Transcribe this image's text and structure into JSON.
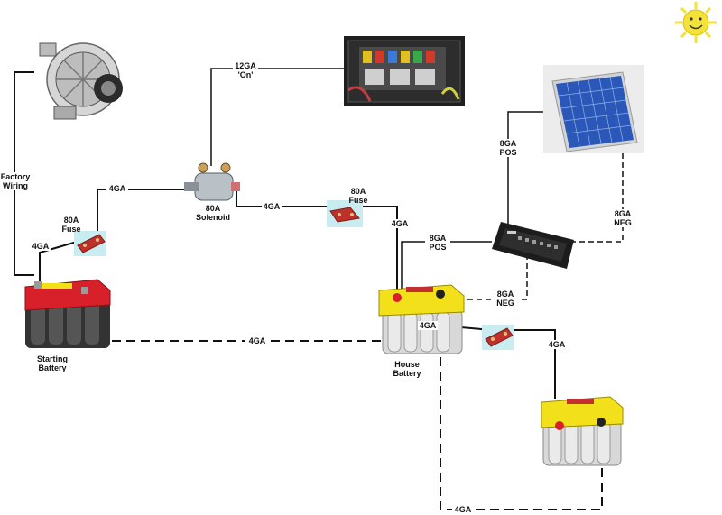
{
  "labels": {
    "factory_wiring": "Factory\nWiring",
    "ga4_start": "4GA",
    "fuse1": "80A\nFuse",
    "ga4_solenoid_left": "4GA",
    "ga12_on": "12GA\n'On'",
    "solenoid": "80A\nSolenoid",
    "ga4_solenoid_right": "4GA",
    "fuse2": "80A\nFuse",
    "ga4_house": "4GA",
    "ga8_pos_panel": "8GA\nPOS",
    "ga8_pos_house": "8GA\nPOS",
    "ga8_neg_panel": "8GA\nNEG",
    "ga8_neg_house": "8GA\nNEG",
    "starting_battery": "Starting\nBattery",
    "ga4_ground": "4GA",
    "house_battery": "House\nBattery",
    "ga4_between": "4GA",
    "ga4_second": "4GA",
    "ga4_bottom": "4GA"
  },
  "colors": {
    "wire": "#111111",
    "fuse_highlight": "#c9ecf1",
    "fuse_red": "#c0302a",
    "battery_red": "#d8202a",
    "battery_yellow": "#f2e01a",
    "battery_body": "#3a3a3a",
    "battery_body_light": "#d8d8d8",
    "sun": "#f3e23a",
    "panel_blue": "#2b57b8"
  },
  "icons": [
    "alternator-icon",
    "fuse-box-icon",
    "solar-panel-icon",
    "sun-icon",
    "solenoid-icon",
    "charge-controller-icon",
    "starting-battery-icon",
    "house-battery-icon",
    "second-house-battery-icon",
    "fuse-icon"
  ]
}
